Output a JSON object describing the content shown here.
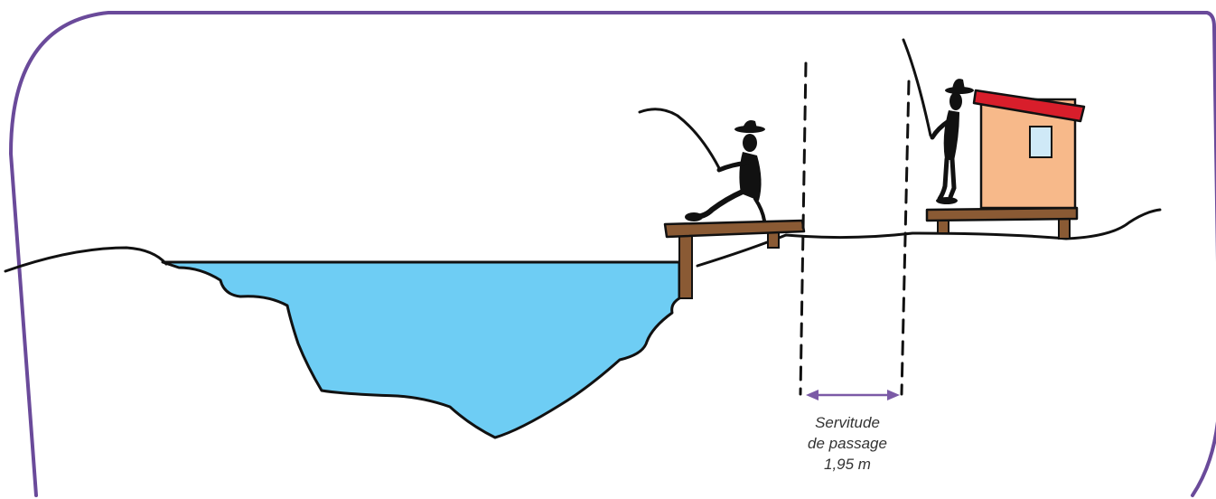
{
  "caption": {
    "line1": "Servitude",
    "line2": "de passage",
    "line3": "1,95 m"
  },
  "colors": {
    "frame": "#6a4a9a",
    "water": "#6ecdf4",
    "arrow": "#7b5aa6",
    "ink": "#111111",
    "wood": "#8a5a34",
    "house_wall": "#f7b98a",
    "roof": "#d81e2b",
    "window": "#cfe9f7"
  },
  "icons": {
    "fisher_sitting": "fisherman-sitting-icon",
    "fisher_standing": "fisherman-standing-icon",
    "cabin": "cabin-icon"
  }
}
